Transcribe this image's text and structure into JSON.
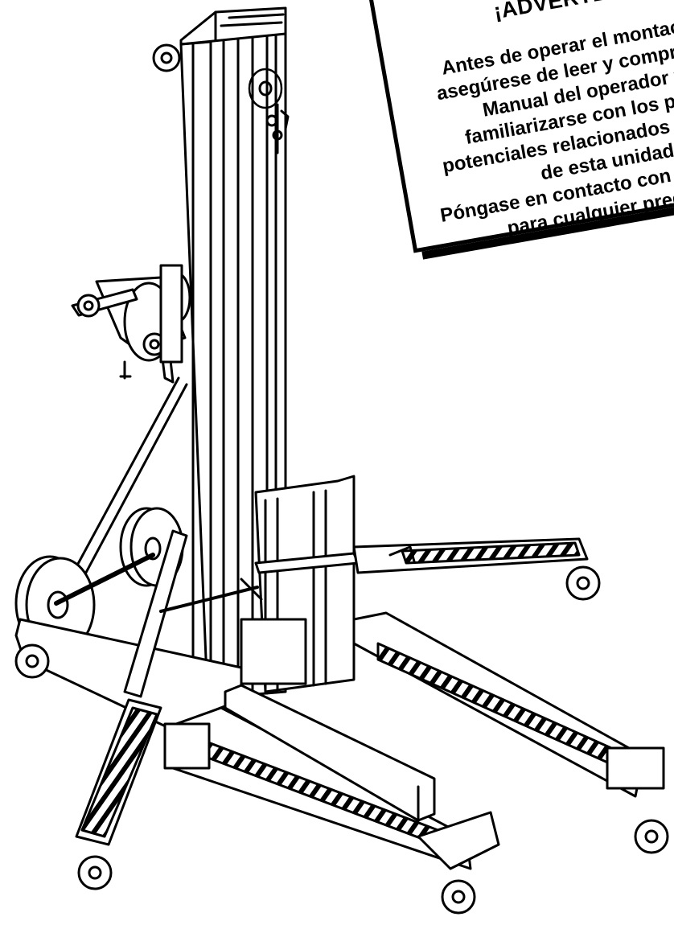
{
  "warning": {
    "title": "¡ADVERTENCIA!",
    "lines": [
      "Antes de operar el montacargas,",
      "asegúrese de leer y comprender el",
      "Manual del operador y de",
      "familiarizarse con los peligros",
      "potenciales relacionados con el uso",
      "de esta unidad.",
      "Póngase en contacto con el fabricante",
      "para cualquier pregunta."
    ]
  },
  "illustration": {
    "subject": "material-lift-icon",
    "line_color": "#000000",
    "hatch_color": "#000000"
  }
}
